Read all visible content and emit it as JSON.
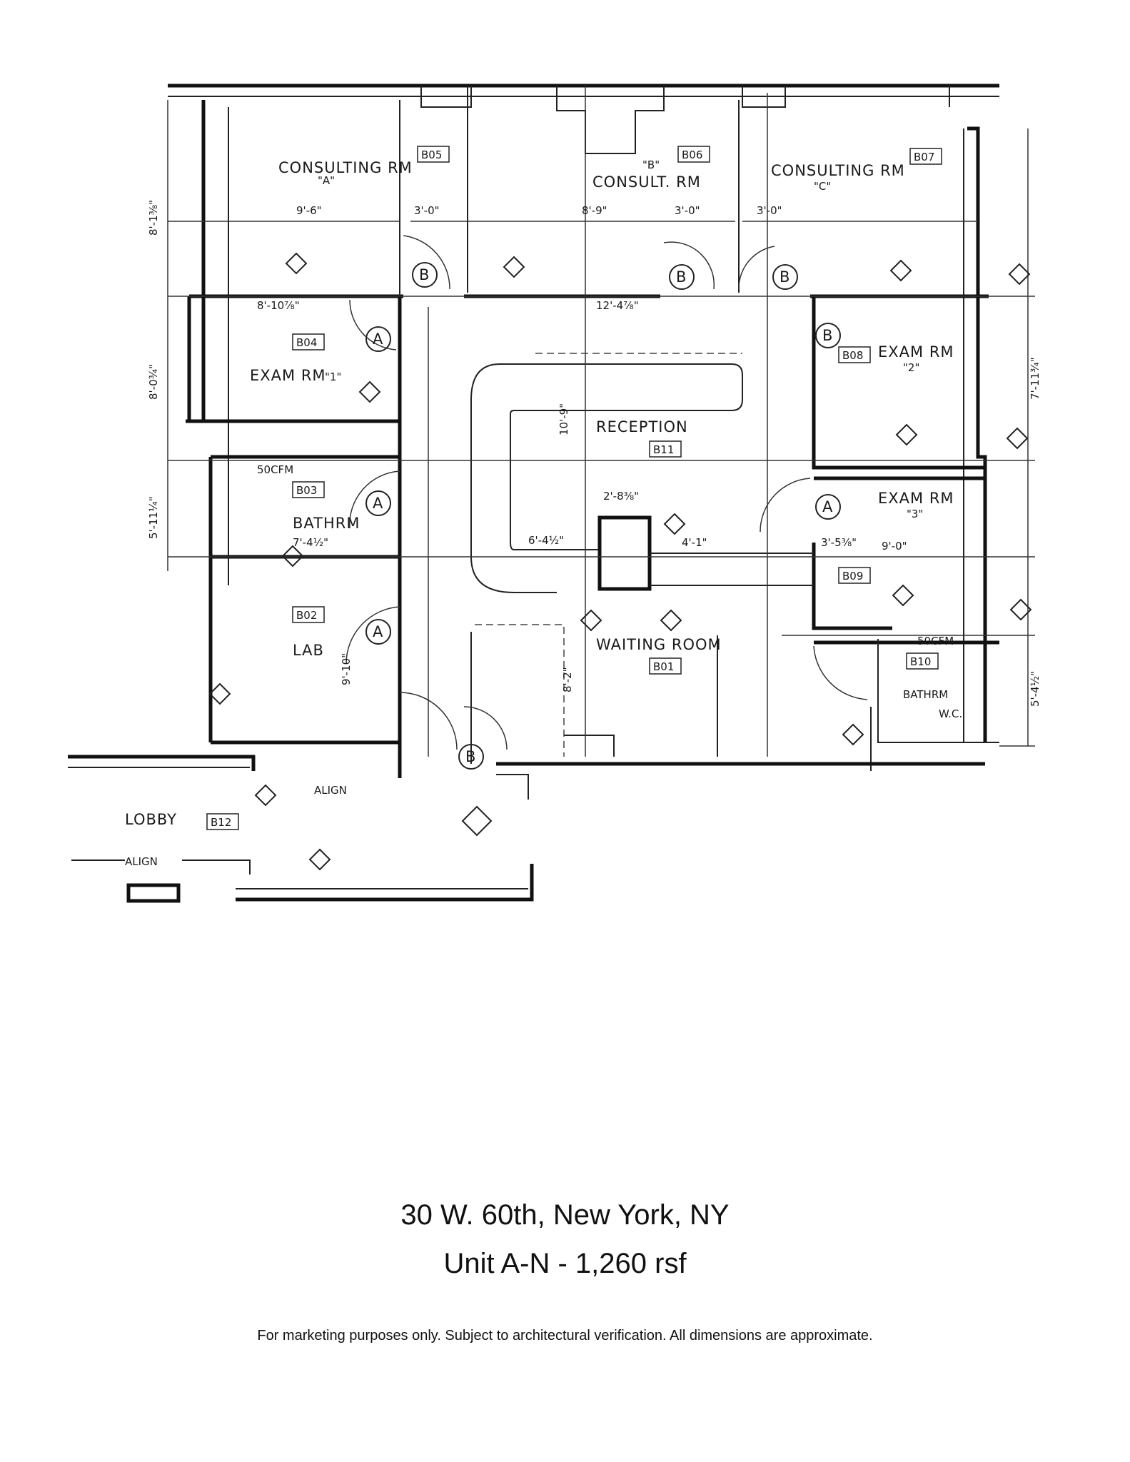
{
  "floorplan": {
    "rooms": [
      {
        "label": "CONSULTING RM",
        "sub": "\"A\"",
        "tag": "B05"
      },
      {
        "label": "CONSULT. RM",
        "sub": "\"B\"",
        "tag": "B06"
      },
      {
        "label": "CONSULTING RM",
        "sub": "\"C\"",
        "tag": "B07"
      },
      {
        "label": "EXAM RM",
        "sub": "\"1\"",
        "tag": "B04"
      },
      {
        "label": "EXAM RM",
        "sub": "\"2\"",
        "tag": "B08"
      },
      {
        "label": "EXAM RM",
        "sub": "\"3\"",
        "tag": "B09"
      },
      {
        "label": "RECEPTION",
        "tag": "B11"
      },
      {
        "label": "WAITING ROOM",
        "tag": "B01"
      },
      {
        "label": "BATHRM",
        "tag": "B03"
      },
      {
        "label": "LAB",
        "tag": "B02"
      },
      {
        "label": "BATHRM",
        "tag": "B10"
      },
      {
        "label": "LOBBY",
        "tag": "B12"
      }
    ],
    "dimensions": [
      "9'-6\"",
      "3'-0\"",
      "8'-9\"",
      "3'-0\"",
      "3'-0\"",
      "8'-10⅞\"",
      "12'-4⅞\"",
      "10'-9\"",
      "2'-8⅜\"",
      "6'-4½\"",
      "4'-1\"",
      "7'-4½\"",
      "9'-0\"",
      "9'-10\"",
      "8'-2\"",
      "3'-5⅜\"",
      "8'-1⅜\"",
      "8'-0¾\"",
      "5'-11¼\"",
      "7'-11¾\"",
      "5'-4½\""
    ],
    "notes": {
      "align": "ALIGN",
      "fan": "50CFM",
      "wc": "W.C.",
      "door_a": "A",
      "door_b": "B"
    }
  },
  "caption": {
    "address": "30 W. 60th, New York, NY",
    "unit": "Unit A-N - 1,260 rsf",
    "disclaimer": "For marketing purposes only. Subject to architectural verification. All dimensions are approximate."
  }
}
